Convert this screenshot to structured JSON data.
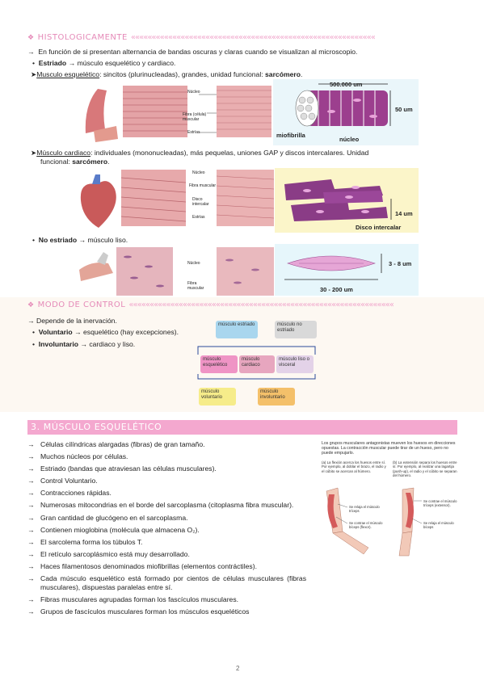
{
  "section1": {
    "title": "HISTOLÓGICAMENTE",
    "intro": "En función de si presentan alternancia de bandas oscuras y claras cuando se visualizan al microscopio.",
    "striated_label": "Estriado",
    "striated_rest": "músculo esquelético y cardiaco.",
    "skeletal_label": "Musculo esquelético",
    "skeletal_rest": ": sincitos (plurinucleadas), grandes, unidad funcional: ",
    "skeletal_unit": "sarcómero",
    "cardiac_label": "Músculo cardiaco",
    "cardiac_rest": ": individuales (mononucleadas), más pequelas, uniones GAP y discos intercalares. Unidad",
    "cardiac_rest2": "funcional: ",
    "cardiac_unit": "sarcómero",
    "smooth_label": "No estriado",
    "smooth_rest": "músculo liso.",
    "fig1_labels": [
      "Núcleo",
      "Fibra (célula) muscular",
      "Estrías"
    ],
    "fig1_diagram": [
      "500.000 um",
      "50 um",
      "miofibrilla",
      "núcleo"
    ],
    "fig2_labels": [
      "Núcleo",
      "Fibra muscular",
      "Disco intercalar",
      "Estrías"
    ],
    "fig2_diagram": [
      "14 um",
      "Disco intercalar"
    ],
    "fig3_labels": [
      "Núcleo",
      "Fibra muscular"
    ],
    "fig3_diagram": [
      "3 - 8 um",
      "30 - 200 um"
    ]
  },
  "section2": {
    "title": "MODO DE CONTROL",
    "intro": "Depende de la inervación.",
    "voluntary_label": "Voluntario",
    "voluntary_rest": "esquelético (hay excepciones).",
    "involuntary_label": "Involuntario",
    "involuntary_rest": "cardiaco y liso.",
    "diagram": {
      "striated": "músculo estriado",
      "nonstriated": "músculo no estriado",
      "skeletal": "músculo esquelético",
      "cardiac": "músculo cardiaco",
      "smooth": "músculo liso o visceral",
      "voluntary": "músculo voluntario",
      "involuntary": "músculo involuntario"
    }
  },
  "section3": {
    "title": "3. MÚSCULO ESQUELÉTICO",
    "items": [
      "Células cilíndricas alargadas (fibras) de gran tamaño.",
      "Muchos núcleos por células.",
      "Estriado (bandas que atraviesan las células musculares).",
      "Control Voluntario.",
      "Contracciones rápidas.",
      "Numerosas mitocondrias en el borde del sarcoplasma (citoplasma fibra muscular).",
      "Gran cantidad de glucógeno en el sarcoplasma.",
      "Contienen mioglobina (molécula que almacena O₂).",
      "El sarcolema forma los túbulos T.",
      "El retículo sarcoplásmico está muy desarrollado.",
      "Haces filamentosos denominados miofibrillas (elementos contráctiles).",
      "Cada músculo esquelético está formado por cientos de células musculares (fibras musculares), dispuestas paralelas entre sí.",
      "Fibras musculares agrupadas forman los fascículos musculares.",
      "Grupos de fascículos musculares forman los músculos esqueléticos"
    ],
    "figure": {
      "caption": "Los grupos musculares antagonistas mueven los huesos en direcciones opuestas. La contracción muscular puede tirar de un hueso, pero no puede empujarlo.",
      "a_title": "(a) La flexión acerca los huesos entre sí. Por ejemplo, al doblar el brazo, el radio y el cúbito se acercan al húmero.",
      "b_title": "(b) La extensión separa los huesos entre sí. Por ejemplo, al realizar una lagartija (push-up), el radio y el cúbito se separan del húmero.",
      "a_labels": [
        "Se relaja el músculo tríceps",
        "Se contrae el músculo bíceps (flexor)."
      ],
      "b_labels": [
        "Se contrae el músculo tríceps (extensor).",
        "Se relaja el músculo bíceps"
      ]
    }
  },
  "page_number": "2",
  "colors": {
    "accent": "#e58ab8",
    "band": "#f4a8cf"
  }
}
